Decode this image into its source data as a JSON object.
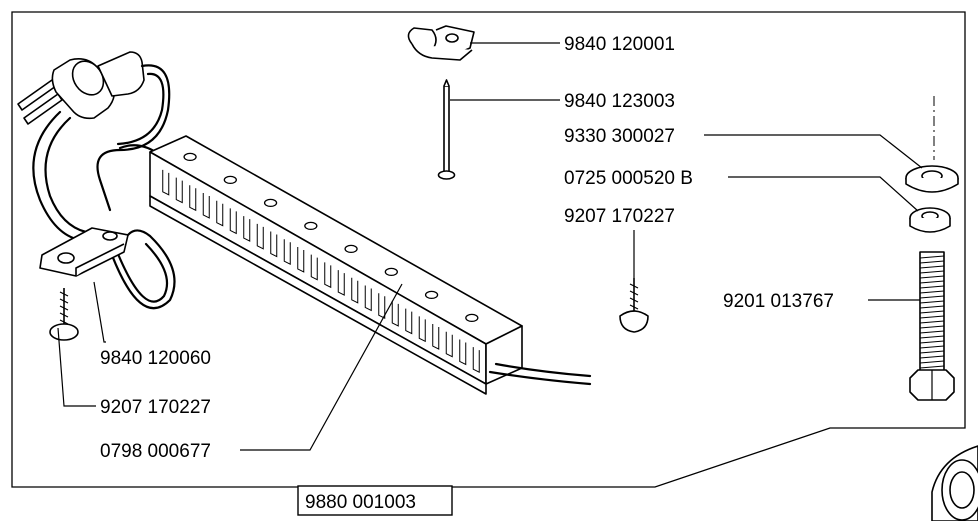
{
  "labels": {
    "clip_top": "9840 120001",
    "nail": "9840 123003",
    "washer_large": "9330 300027",
    "washer_small": "0725 000520 B",
    "screw_mid": "9207 170227",
    "bolt": "9201 013767",
    "clip_left": "9840 120060",
    "screw_left": "9207 170227",
    "channel": "0798 000677",
    "assembly": "9880 001003"
  }
}
